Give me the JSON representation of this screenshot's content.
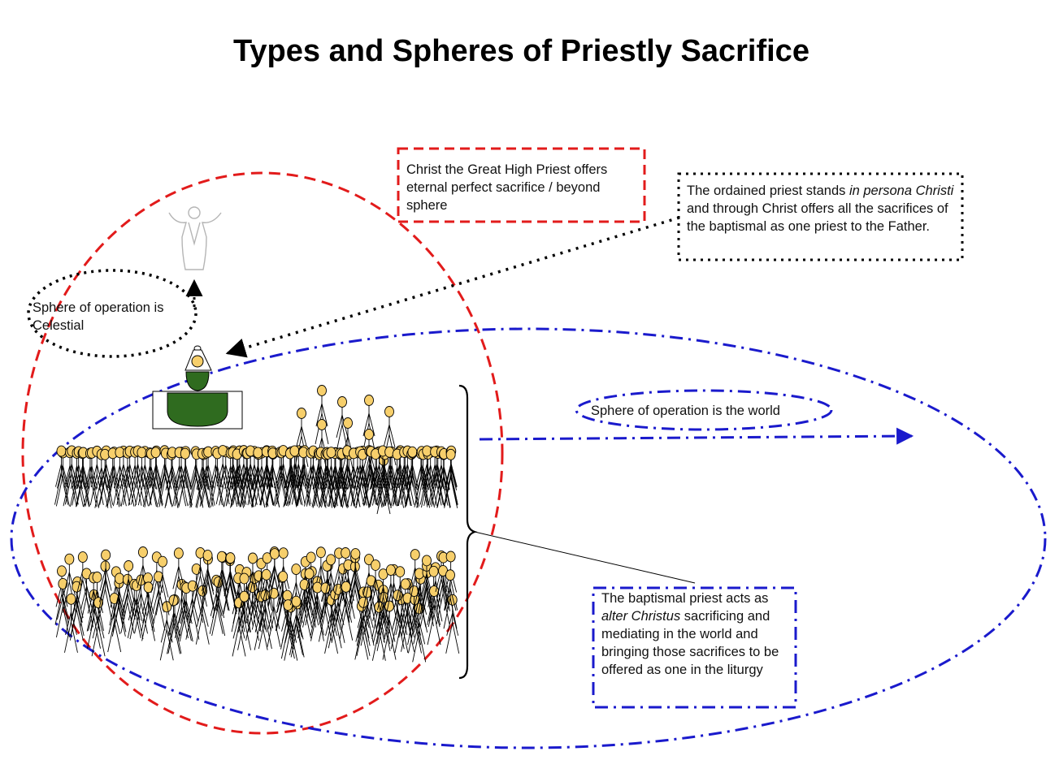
{
  "title": "Types and Spheres of Priestly Sacrifice",
  "labels": {
    "christ": "Christ the Great High Priest offers eternal perfect sacrifice / beyond sphere",
    "ordained_pre": "The ordained priest stands ",
    "ordained_em": "in persona Christi",
    "ordained_post": " and through Christ offers all the sacrifices of the baptismal as one priest to the Father.",
    "celestial": "Sphere of operation is Celestial",
    "world": "Sphere of operation is the world",
    "baptismal_pre": "The baptismal priest acts as ",
    "baptismal_em": "alter Christus",
    "baptismal_post": " sacrificing and mediating in the world and bringing those sacrifices to be offered as one in the liturgy"
  },
  "colors": {
    "celestial_sphere": "#e21b1b",
    "world_sphere": "#1a1acc",
    "dotted": "#000000",
    "head_fill": "#f7cf6b",
    "altar": "#2f6b1f",
    "christ_figure": "#b5b5b5"
  },
  "icons": [
    "christ-figure-icon",
    "priest-figure-icon",
    "altar-icon",
    "person-figure-icon"
  ]
}
